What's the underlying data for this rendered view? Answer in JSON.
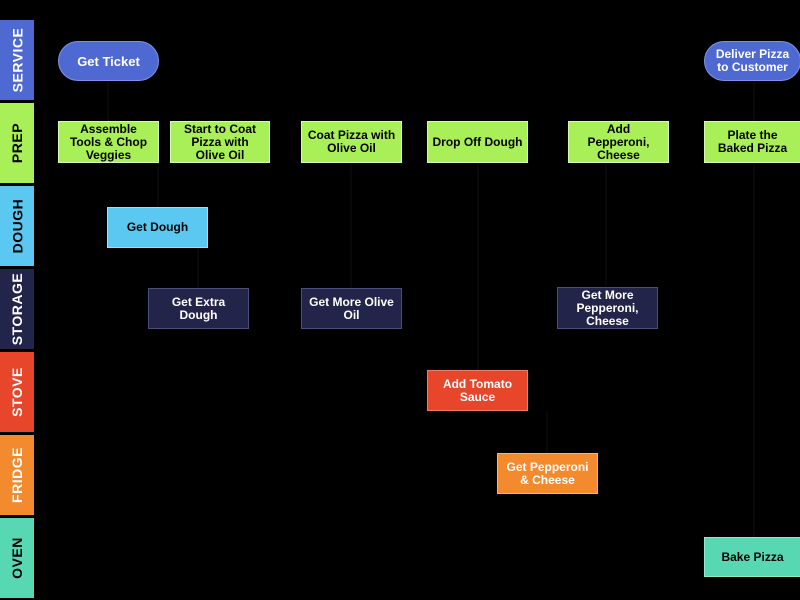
{
  "lanes": [
    {
      "label": "SERVICE",
      "color": "#4f69d3"
    },
    {
      "label": "PREP",
      "color": "#a9ef57"
    },
    {
      "label": "DOUGH",
      "color": "#5ac8f1"
    },
    {
      "label": "STORAGE",
      "color": "#232449"
    },
    {
      "label": "STOVE",
      "color": "#e8462b"
    },
    {
      "label": "FRIDGE",
      "color": "#f38a2e"
    },
    {
      "label": "OVEN",
      "color": "#58d7b3"
    }
  ],
  "nodes": {
    "get_ticket": "Get Ticket",
    "deliver_pizza": "Deliver Pizza to Customer",
    "assemble_tools": "Assemble Tools & Chop Veggies",
    "start_coat": "Start to Coat Pizza with Olive Oil",
    "coat_pizza": "Coat Pizza with Olive Oil",
    "drop_off_dough": "Drop Off Dough",
    "add_pepperoni": "Add Pepperoni, Cheese",
    "plate_pizza": "Plate the Baked Pizza",
    "get_dough": "Get Dough",
    "get_extra_dough": "Get Extra Dough",
    "get_more_olive_oil": "Get More Olive Oil",
    "get_more_pepperoni": "Get More Pepperoni, Cheese",
    "add_tomato_sauce": "Add Tomato Sauce",
    "get_pepperoni_cheese": "Get Pepperoni & Cheese",
    "bake_pizza": "Bake Pizza"
  }
}
